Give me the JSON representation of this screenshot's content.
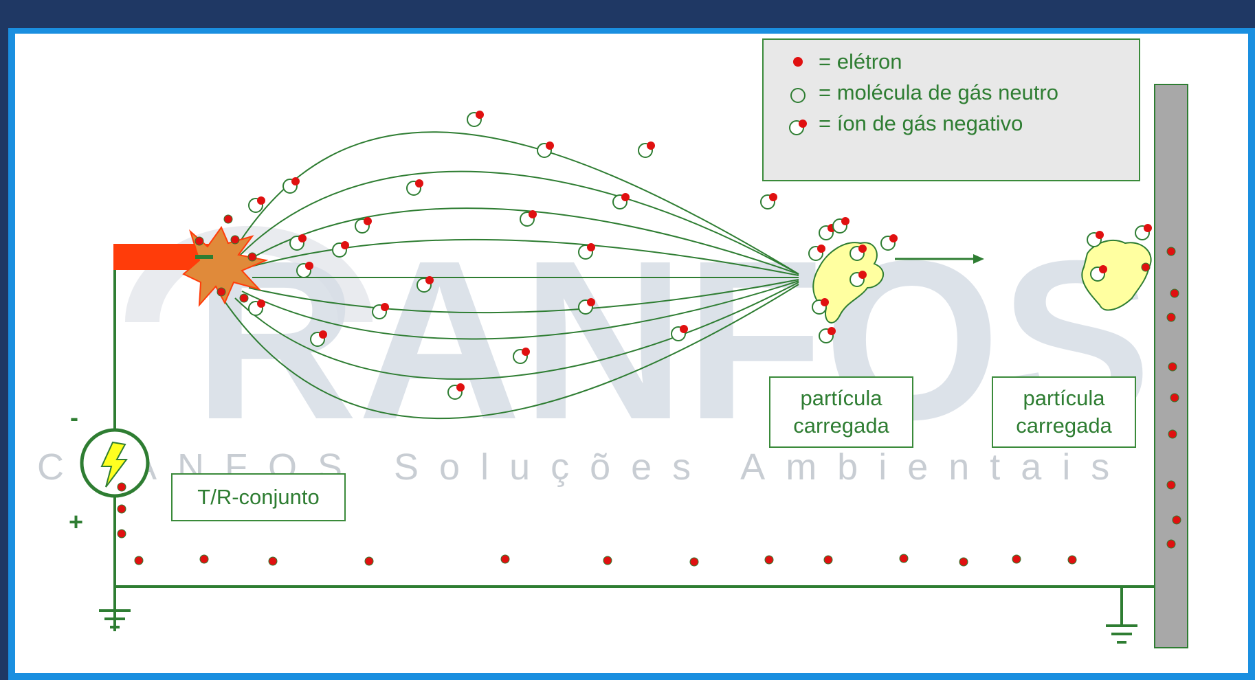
{
  "legend": {
    "electron": "= elétron",
    "neutral": "= molécula de gás neutro",
    "ion": "= íon de gás negativo"
  },
  "labels": {
    "particle_left": "partícula carregada",
    "particle_right": "partícula carregada",
    "tr_set": "T/R-conjunto",
    "minus_supply": "-",
    "plus_supply": "+",
    "minus_electrode": "-"
  },
  "watermark": {
    "big": "RANFOS",
    "small": "CRANFOS Soluções Ambientais"
  },
  "colors": {
    "wire": "#2e7d32",
    "electron": "#e01010",
    "electrode": "#ff3c0a",
    "particle": "#ffffa0",
    "plate": "#a8a8a8"
  }
}
